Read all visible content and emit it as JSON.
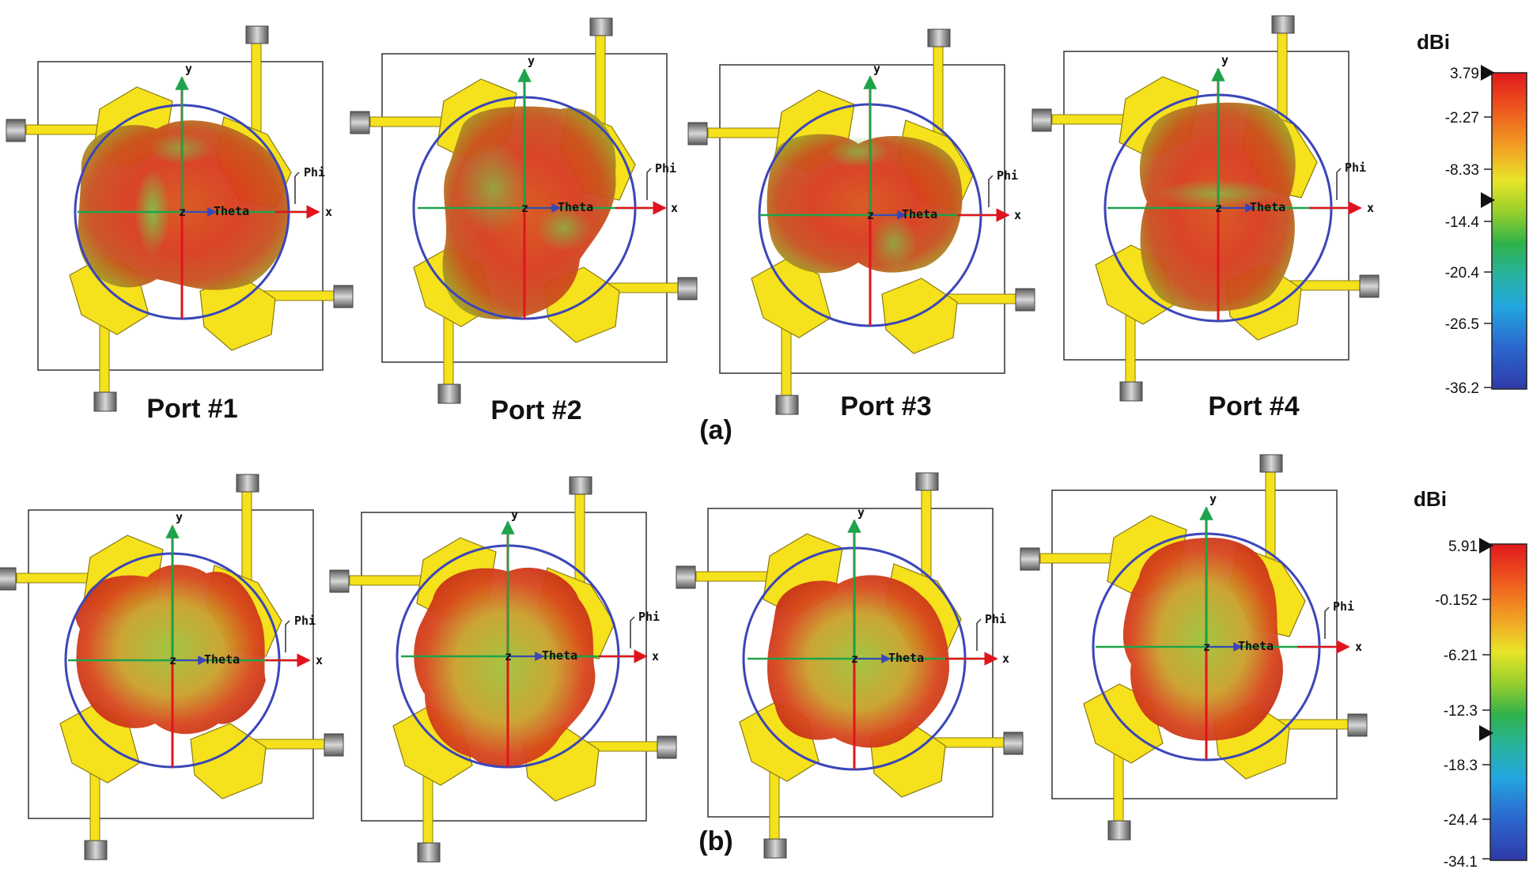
{
  "row_a": {
    "label": "(a)",
    "panels": [
      {
        "port_label": "Port #1",
        "lobes": "horizontal"
      },
      {
        "port_label": "Port #2",
        "lobes": "vertical-diagonal"
      },
      {
        "port_label": "Port #3",
        "lobes": "horizontal"
      },
      {
        "port_label": "Port #4",
        "lobes": "vertical"
      }
    ],
    "colorbar": {
      "unit": "dBi",
      "ticks": [
        "3.79",
        "-2.27",
        "-8.33",
        "-14.4",
        "-20.4",
        "-26.5",
        "-36.2"
      ]
    }
  },
  "row_b": {
    "label": "(b)",
    "panels": [
      {
        "port_label": "",
        "lobes": "irregular"
      },
      {
        "port_label": "",
        "lobes": "irregular"
      },
      {
        "port_label": "",
        "lobes": "irregular"
      },
      {
        "port_label": "",
        "lobes": "irregular"
      }
    ],
    "colorbar": {
      "unit": "dBi",
      "ticks": [
        "5.91",
        "-0.152",
        "-6.21",
        "-12.3",
        "-18.3",
        "-24.4",
        "-34.1"
      ]
    }
  },
  "axis_labels": {
    "x": "x",
    "y": "y",
    "z": "z",
    "theta": "Theta",
    "phi": "Phi"
  },
  "colors": {
    "patch": "#f5e11c",
    "patch_edge": "#8a7a10",
    "circle": "#3b46b8",
    "axis_red": "#e0141e",
    "axis_green": "#1fa34a",
    "connector": "#8c8c8c"
  }
}
